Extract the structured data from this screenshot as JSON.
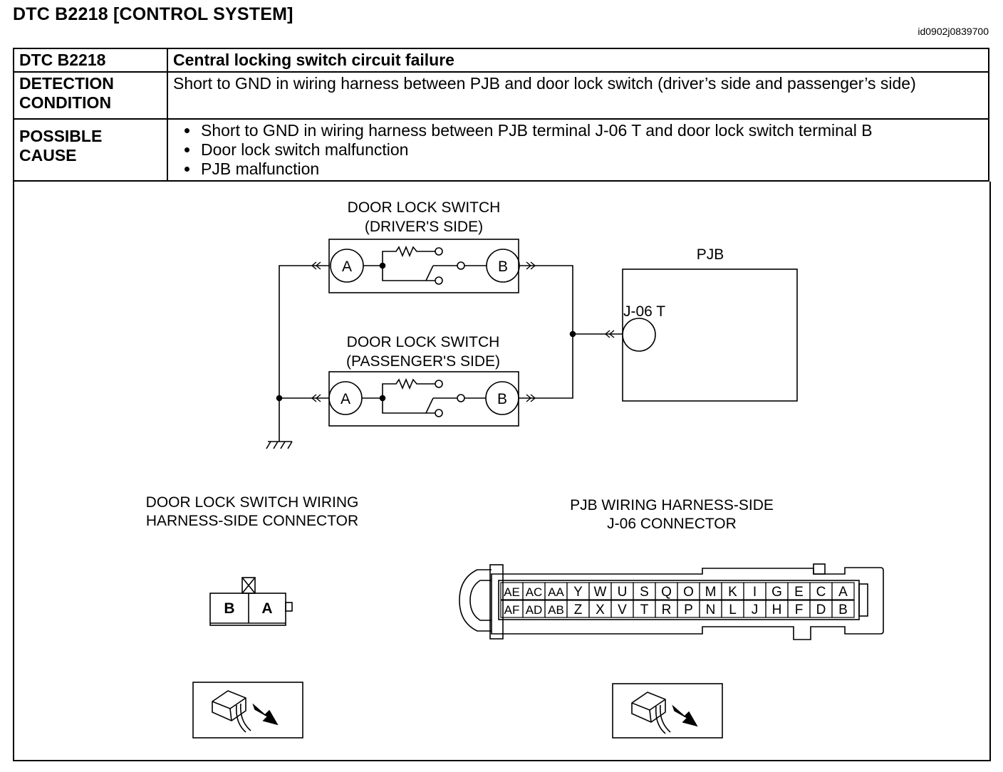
{
  "header": {
    "title": "DTC B2218 [CONTROL SYSTEM]",
    "doc_id": "id0902j0839700"
  },
  "table": {
    "dtc_label": "DTC B2218",
    "dtc_value": "Central locking switch circuit failure",
    "detection_label": "DETECTION CONDITION",
    "detection_value": "Short to GND in wiring harness between PJB and door lock switch (driver’s side and passenger’s side)",
    "cause_label": "POSSIBLE CAUSE",
    "causes": [
      "Short to GND in wiring harness between PJB terminal J-06 T and door lock switch terminal B",
      "Door lock switch malfunction",
      "PJB malfunction"
    ]
  },
  "wiring": {
    "switch_driver_title": [
      "DOOR LOCK SWITCH",
      "(DRIVER'S SIDE)"
    ],
    "switch_passenger_title": [
      "DOOR LOCK SWITCH",
      "(PASSENGER'S SIDE)"
    ],
    "terminal_a": "A",
    "terminal_b": "B",
    "pjb_title": "PJB",
    "pjb_terminal": "J-06 T"
  },
  "connectors": {
    "door_connector_title": [
      "DOOR LOCK SWITCH WIRING",
      "HARNESS-SIDE CONNECTOR"
    ],
    "door_pins": [
      "B",
      "A"
    ],
    "pjb_connector_title": [
      "PJB WIRING HARNESS-SIDE",
      "J-06 CONNECTOR"
    ],
    "pjb_pins_top": [
      "AE",
      "AC",
      "AA",
      "Y",
      "W",
      "U",
      "S",
      "Q",
      "O",
      "M",
      "K",
      "I",
      "G",
      "E",
      "C",
      "A"
    ],
    "pjb_pins_bottom": [
      "AF",
      "AD",
      "AB",
      "Z",
      "X",
      "V",
      "T",
      "R",
      "P",
      "N",
      "L",
      "J",
      "H",
      "F",
      "D",
      "B"
    ]
  }
}
